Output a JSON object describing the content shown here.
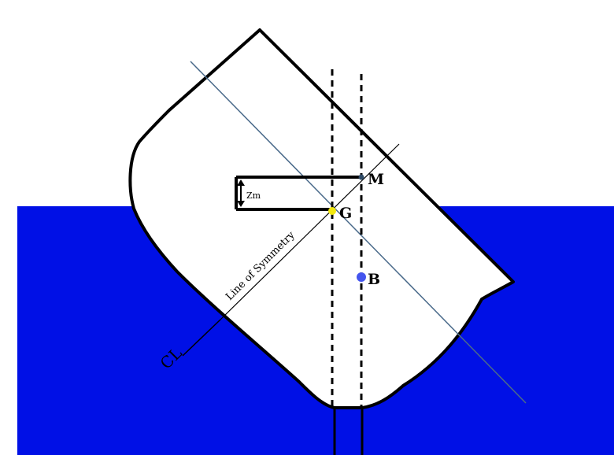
{
  "labels": {
    "m": "M",
    "g": "G",
    "b": "B",
    "zm": "Zm",
    "symmetry": "Line of Symmetry",
    "centerline": "CL"
  },
  "colors": {
    "water": "#0010e6",
    "hull_fill": "#ffffff",
    "hull_stroke": "#000000",
    "diagonal_line": "#4a6a8a",
    "center_of_gravity": "#f2e80f",
    "center_of_buoyancy": "#4455ee",
    "metacenter": "#2e4a66"
  }
}
